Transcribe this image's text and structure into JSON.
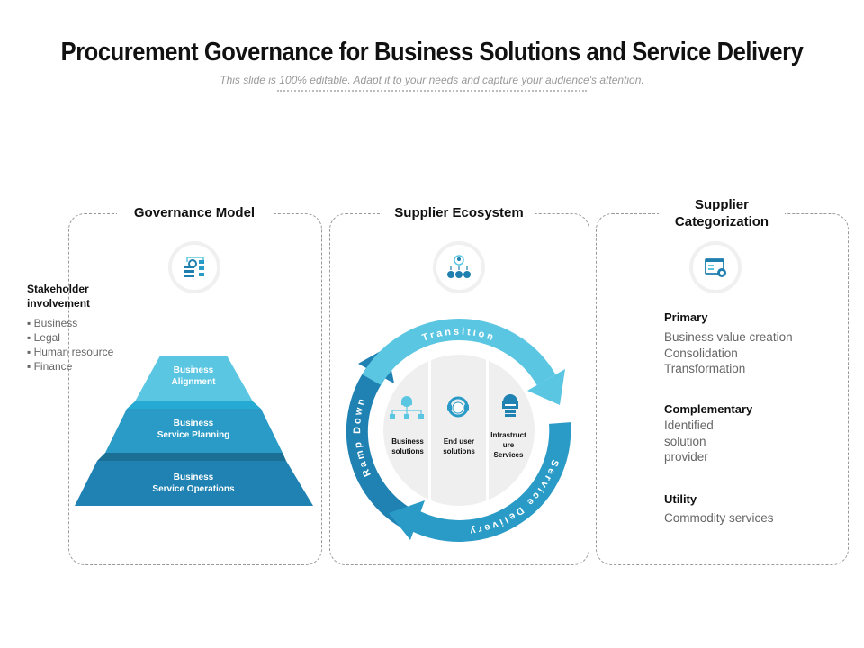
{
  "title": "Procurement Governance for Business Solutions and Service Delivery",
  "subtitle": "This slide is 100% editable. Adapt it to your needs and capture your audience's attention.",
  "colors": {
    "light": "#5bc6e2",
    "mid": "#2a9bc6",
    "dark": "#1f7fae",
    "accent_dark": "#1b6f95"
  },
  "governance": {
    "heading": "Governance Model",
    "icon": "governance-flowchart-icon",
    "stakeholder_title": "Stakeholder involvement",
    "stakeholders": [
      "Business",
      "Legal",
      "Human resource",
      "Finance"
    ],
    "pyramid": [
      {
        "line1": "Business",
        "line2": "Alignment"
      },
      {
        "line1": "Business",
        "line2": "Service Planning"
      },
      {
        "line1": "Business",
        "line2": "Service Operations"
      }
    ]
  },
  "ecosystem": {
    "heading": "Supplier Ecosystem",
    "icon": "team-hierarchy-icon",
    "cycle": [
      "Transition",
      "Service Delivery",
      "Ramp Down"
    ],
    "columns": [
      {
        "icon": "cloud-network-icon",
        "line1": "Business",
        "line2": "solutions"
      },
      {
        "icon": "headset-agent-icon",
        "line1": "End user",
        "line2": "solutions"
      },
      {
        "icon": "cloud-server-icon",
        "line1": "Infrastruct",
        "line2": "ure",
        "line3": "Services"
      }
    ]
  },
  "categorization": {
    "heading_line1": "Supplier",
    "heading_line2": "Categorization",
    "icon": "browser-settings-icon",
    "groups": [
      {
        "title": "Primary",
        "items": [
          "Business value creation",
          "Consolidation",
          "Transformation"
        ]
      },
      {
        "title": "Complementary",
        "items": [
          "Identified",
          "solution",
          "provider"
        ]
      },
      {
        "title": "Utility",
        "items": [
          "Commodity services"
        ]
      }
    ]
  }
}
